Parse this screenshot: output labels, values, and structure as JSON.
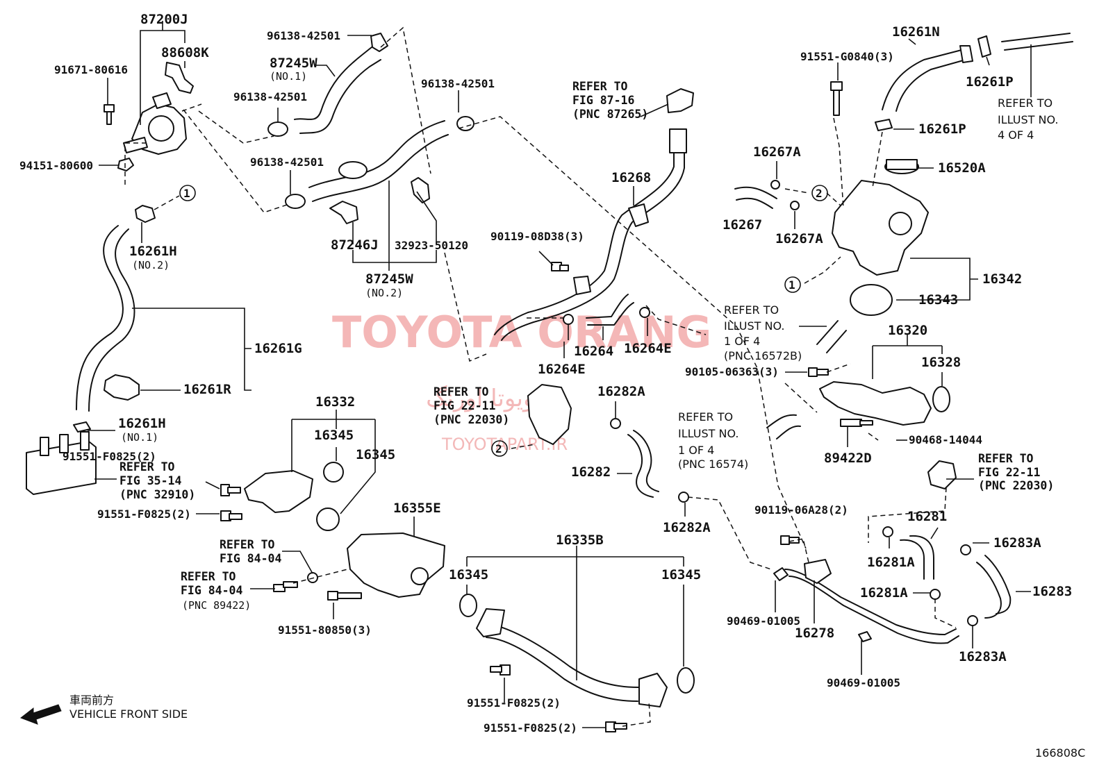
{
  "diagram": {
    "watermark": {
      "brand": "TOYOTA ORANG",
      "site": "TOYOTAPART.IR",
      "persian": "تویوتا اورنگ"
    },
    "figure_code": "166808C",
    "orientation": {
      "japanese": "車両前方",
      "english": "VEHICLE FRONT SIDE"
    },
    "callouts": {
      "c1": "1",
      "c2": "2"
    },
    "labels": {
      "l87200J": "87200J",
      "l88608K": "88608K",
      "l91671": "91671-80616",
      "l94151": "94151-80600",
      "l96138a": "96138-42501",
      "l87245Wa": "87245W",
      "no1a": "(NO.1)",
      "l96138b": "96138-42501",
      "l96138c": "96138-42501",
      "l96138d": "96138-42501",
      "l87246J": "87246J",
      "l32923": "32923-50120",
      "l87245Wb": "87245W",
      "no2b": "(NO.2)",
      "l16261Ha": "16261H",
      "no2a": "(NO.2)",
      "l16261G": "16261G",
      "l16261R": "16261R",
      "l16261Hb": "16261H",
      "no1b": "(NO.1)",
      "refFig35_1": "REFER TO",
      "refFig35_2": "FIG 35-14",
      "refFig35_3": "(PNC 32910)",
      "l91551F1": "91551-F0825(2)",
      "l91551F2": "91551-F0825(2)",
      "l16332": "16332",
      "l16345a": "16345",
      "l16345b": "16345",
      "l16355E": "16355E",
      "refFig84a_1": "REFER TO",
      "refFig84a_2": "FIG 84-04",
      "refFig84b_1": "REFER TO",
      "refFig84b_2": "FIG 84-04",
      "refFig84b_3": "(PNC 89422)",
      "l91551_808": "91551-80850(3)",
      "l16335B": "16335B",
      "l16345c": "16345",
      "l16345d": "16345",
      "l91551F3": "91551-F0825(2)",
      "l91551F4": "91551-F0825(2)",
      "refFig87_1": "REFER TO",
      "refFig87_2": "FIG 87-16",
      "refFig87_3": "(PNC 87265)",
      "l16268": "16268",
      "l90119D38": "90119-08D38(3)",
      "l16264": "16264",
      "l16264Ea": "16264E",
      "l16264Eb": "16264E",
      "refFig22a_1": "REFER TO",
      "refFig22a_2": "FIG 22-11",
      "refFig22a_3": "(PNC 22030)",
      "l16282Aa": "16282A",
      "l16282": "16282",
      "l16282Ab": "16282A",
      "l16261N": "16261N",
      "l91551G": "91551-G0840(3)",
      "l16261Pa": "16261P",
      "refIll4_1": "REFER TO",
      "refIll4_2": "ILLUST NO.",
      "refIll4_3": "4 OF 4",
      "l16261Pb": "16261P",
      "l16267Aa": "16267A",
      "l16520A": "16520A",
      "l16267": "16267",
      "l16267Ab": "16267A",
      "l16342": "16342",
      "l16343": "16343",
      "refIll1_1": "REFER TO",
      "refIll1_2": "ILLUST NO.",
      "refIll1_3": "1 OF 4",
      "refIll1_4": "(PNC 16572B)",
      "l16320": "16320",
      "l90105": "90105-06363(3)",
      "l16328": "16328",
      "refIll1b_1": "REFER TO",
      "refIll1b_2": "ILLUST NO.",
      "refIll1b_3": "1 OF 4",
      "refIll1b_4": "(PNC 16574)",
      "l90468": "90468-14044",
      "l89422D": "89422D",
      "refFig22b_1": "REFER TO",
      "refFig22b_2": "FIG 22-11",
      "refFig22b_3": "(PNC 22030)",
      "l90119A28": "90119-06A28(2)",
      "l16281": "16281",
      "l16283Aa": "16283A",
      "l16281Aa": "16281A",
      "l16281Ab": "16281A",
      "l16283": "16283",
      "l90469a": "90469-01005",
      "l16278": "16278",
      "l16283Ab": "16283A",
      "l90469b": "90469-01005"
    }
  }
}
